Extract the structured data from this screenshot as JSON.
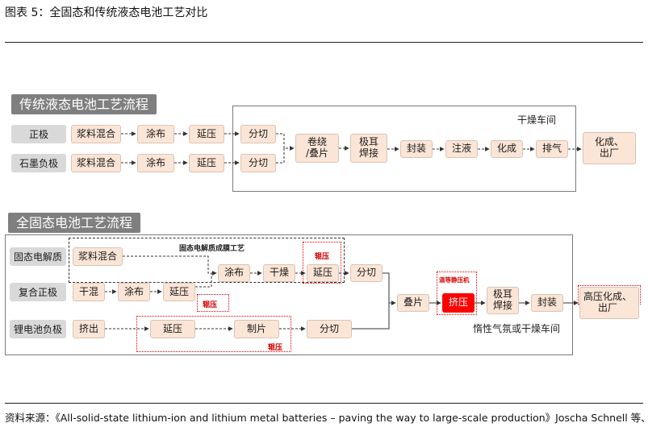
{
  "figure_title": "图表 5：全固态和传统液态电池工艺对比",
  "source": "资料来源：《All-solid-state lithium-ion and lithium metal batteries – paving the way to large-scale production》Joscha Schnell 等、",
  "traditional": {
    "title": "传统液态电池工艺流程",
    "room_label": "干燥车间",
    "rows": [
      {
        "label": "正极",
        "steps": [
          "浆料混合",
          "涂布",
          "延压",
          "分切"
        ]
      },
      {
        "label": "石墨负极",
        "steps": [
          "浆料混合",
          "涂布",
          "延压",
          "分切"
        ]
      }
    ],
    "merged_steps": [
      "卷绕\n/叠片",
      "极耳\n焊接",
      "封装",
      "注液",
      "化成",
      "排气"
    ],
    "final_step": "化成、\n出厂"
  },
  "solid_state": {
    "title": "全固态电池工艺流程",
    "electrolyte_film_label": "固态电解质成膜工艺",
    "room_label": "惰性气氛或干燥车间",
    "rows": [
      {
        "label": "固态电解质",
        "steps": [
          "浆料混合",
          "涂布",
          "干燥",
          "延压",
          "分切"
        ]
      },
      {
        "label": "复合正极",
        "steps": [
          "干混",
          "涂布",
          "延压"
        ]
      },
      {
        "label": "锂电池负极",
        "steps": [
          "挤出",
          "延压",
          "制片",
          "分切"
        ]
      }
    ],
    "merged_steps": [
      "叠片",
      "挤压",
      "极耳\n焊接",
      "封装"
    ],
    "final_step": "高压化成、\n出厂",
    "annotations": {
      "roll_press_1": "辊压",
      "roll_press_2": "辊压",
      "roll_press_3": "辊压",
      "warm_iso_press": "温等静压机"
    }
  }
}
